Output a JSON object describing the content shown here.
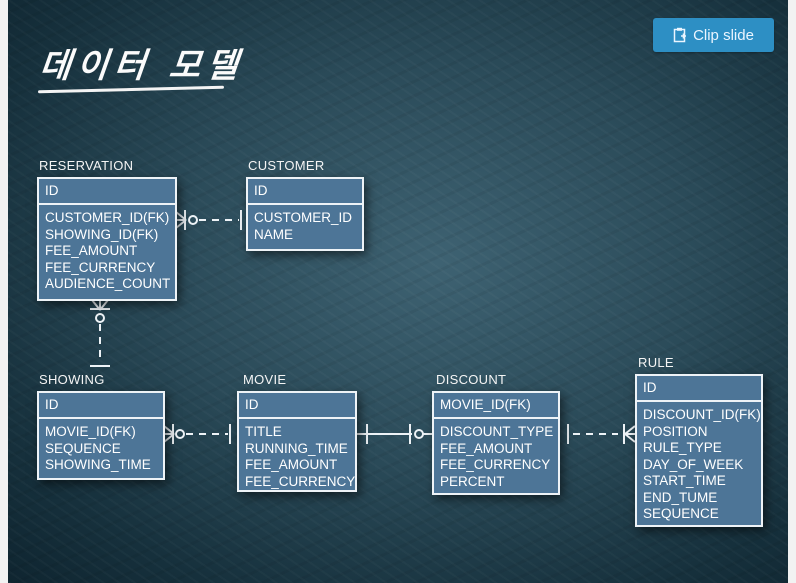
{
  "slide": {
    "title": "데이터 모델",
    "clip_button_label": "Clip slide"
  },
  "entities": {
    "reservation": {
      "name": "RESERVATION",
      "pk": "ID",
      "attrs": [
        "CUSTOMER_ID(FK)",
        "SHOWING_ID(FK)",
        "FEE_AMOUNT",
        "FEE_CURRENCY",
        "AUDIENCE_COUNT"
      ]
    },
    "customer": {
      "name": "CUSTOMER",
      "pk": "ID",
      "attrs": [
        "CUSTOMER_ID",
        "NAME"
      ]
    },
    "showing": {
      "name": "SHOWING",
      "pk": "ID",
      "attrs": [
        "MOVIE_ID(FK)",
        "SEQUENCE",
        "SHOWING_TIME"
      ]
    },
    "movie": {
      "name": "MOVIE",
      "pk": "ID",
      "attrs": [
        "TITLE",
        "RUNNING_TIME",
        "FEE_AMOUNT",
        "FEE_CURRENCY"
      ]
    },
    "discount": {
      "name": "DISCOUNT",
      "pk": "MOVIE_ID(FK)",
      "attrs": [
        "DISCOUNT_TYPE",
        "FEE_AMOUNT",
        "FEE_CURRENCY",
        "PERCENT"
      ]
    },
    "rule": {
      "name": "RULE",
      "pk": "ID",
      "attrs": [
        "DISCOUNT_ID(FK)",
        "POSITION",
        "RULE_TYPE",
        "DAY_OF_WEEK",
        "START_TIME",
        "END_TUME",
        "SEQUENCE"
      ]
    }
  },
  "colors": {
    "entity_fill": "#4d7597",
    "line": "#eef3f7",
    "clip_button": "#2d8fc4"
  }
}
